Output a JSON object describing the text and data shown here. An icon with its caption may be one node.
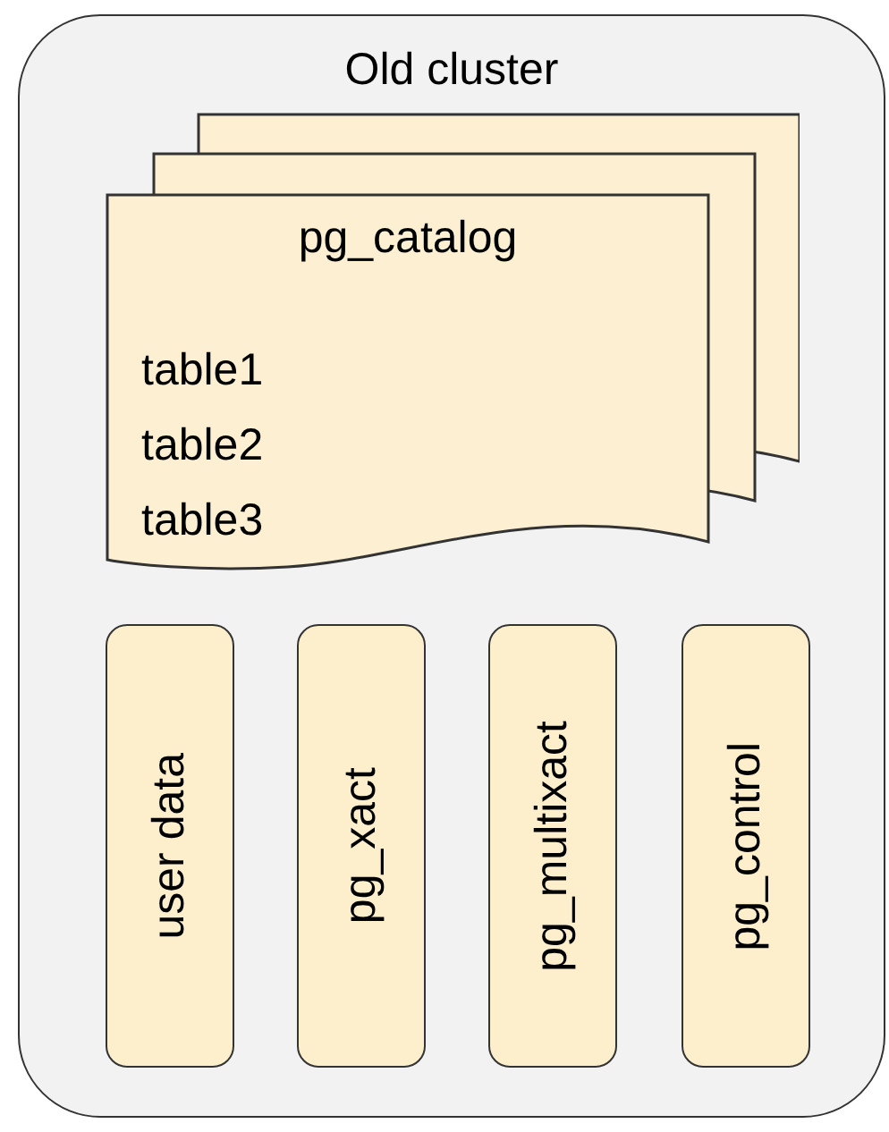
{
  "diagram": {
    "nodes": [
      {
        "text": [
          "Old cluster"
        ]
      },
      {
        "text": [
          "pg_catalog",
          "table1",
          "table2",
          "table3"
        ],
        "in": 0
      },
      {
        "text": [
          "user data"
        ],
        "in": 0
      },
      {
        "text": [
          "pg_xact"
        ],
        "in": 0
      },
      {
        "text": [
          "pg_multixact"
        ],
        "in": 0
      },
      {
        "text": [
          "pg_control"
        ],
        "in": 0
      }
    ]
  }
}
